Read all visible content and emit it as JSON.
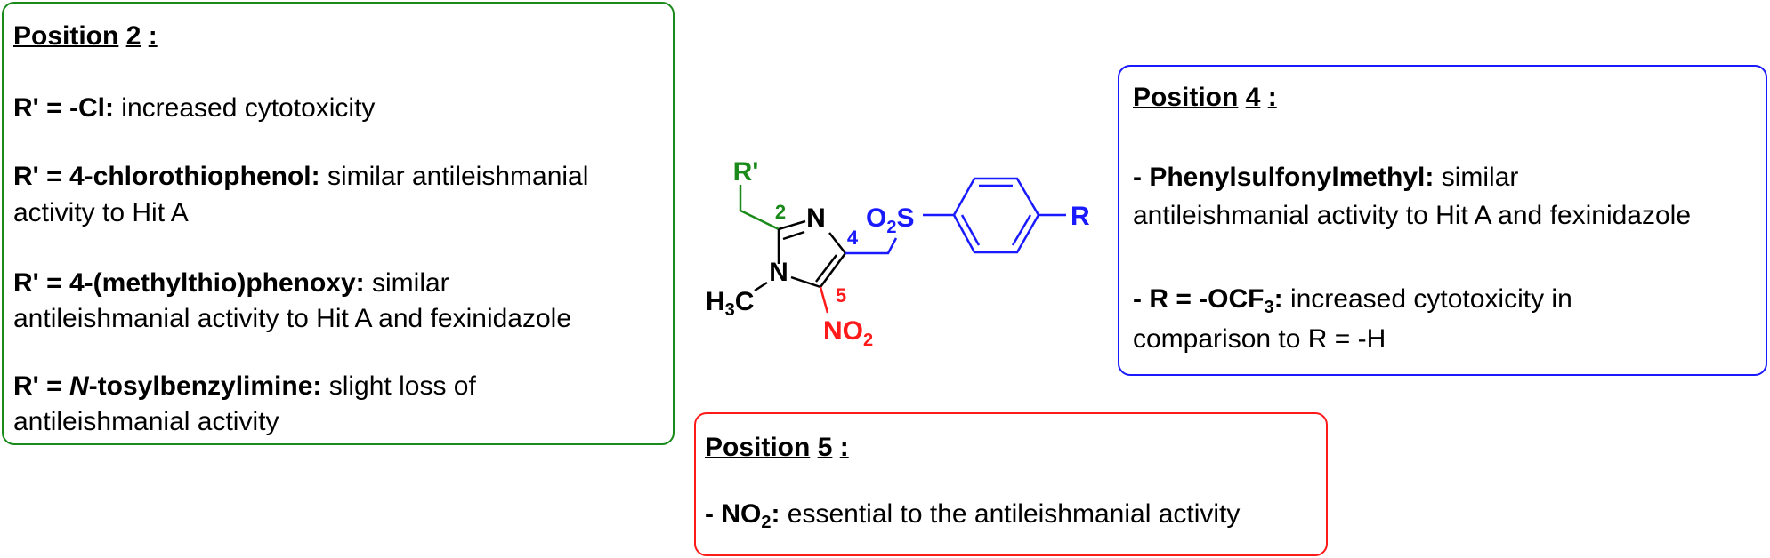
{
  "colors": {
    "position2": "#1a8a1a",
    "position4": "#1a1aff",
    "position5": "#ff1a1a",
    "text": "#000000"
  },
  "position2": {
    "title_word": "Position",
    "title_number": "2",
    "title_colon": ":",
    "items": [
      {
        "bold": "R' = -Cl:",
        "text": " increased cytotoxicity"
      },
      {
        "bold": "R' = 4-chlorothiophenol:",
        "text": " similar antileishmanial",
        "text2": "activity to Hit A"
      },
      {
        "bold": "R' = 4-(methylthio)phenoxy:",
        "text": " similar",
        "text2": "antileishmanial activity to Hit A and fexinidazole"
      },
      {
        "bold_pre": "R' = ",
        "bold_italic": "N",
        "bold": "-tosylbenzylimine:",
        "text": " slight loss of",
        "text2": "antileishmanial activity"
      }
    ]
  },
  "position4": {
    "title_word": "Position",
    "title_number": "4",
    "title_colon": ":",
    "items": [
      {
        "bold": "- Phenylsulfonylmethyl:",
        "text": " similar",
        "text2": "antileishmanial activity to Hit A and fexinidazole"
      },
      {
        "bold": "- R = -OCF",
        "sub": "3",
        "bold_after": ":",
        "text": " increased cytotoxicity in",
        "text2": "comparison to R = -H"
      }
    ]
  },
  "position5": {
    "title_word": "Position",
    "title_number": "5",
    "title_colon": ":",
    "items": [
      {
        "bold": "- NO",
        "sub": "2",
        "bold_after": ":",
        "text": " essential to the antileishmanial activity"
      }
    ]
  },
  "molecule": {
    "r_prime": "R'",
    "r": "R",
    "n_ring_top": "N",
    "n_ring_methyl": "N",
    "methyl_h": "H",
    "methyl_sub": "3",
    "methyl_c": "C",
    "nitro_n": "NO",
    "nitro_sub": "2",
    "sulfonyl_o": "O",
    "sulfonyl_sub": "2",
    "sulfonyl_s": "S",
    "label_2": "2",
    "label_4": "4",
    "label_5": "5"
  }
}
